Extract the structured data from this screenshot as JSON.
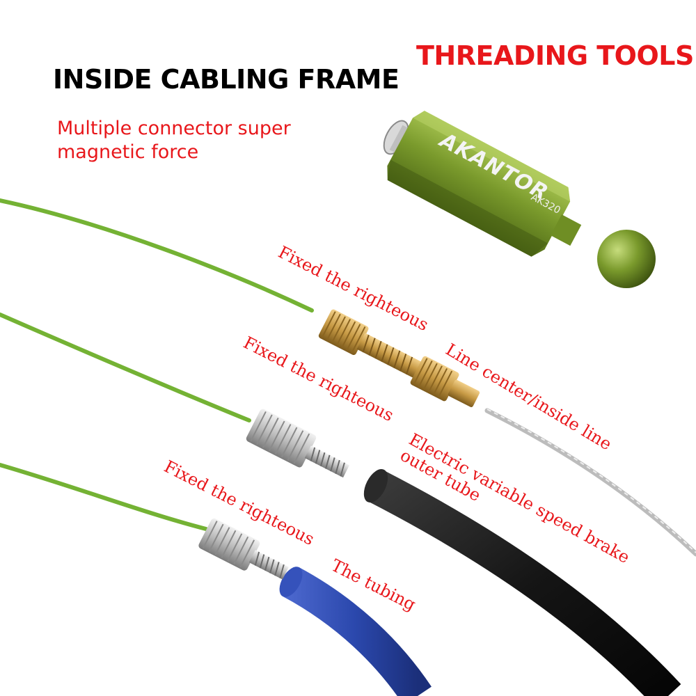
{
  "heading": {
    "main": "INSIDE CABLING FRAME",
    "accent": "THREADING TOOLS",
    "accent_color": "#e8171b"
  },
  "subtitle": "Multiple connector super magnetic force",
  "tool": {
    "brand": "AKANTOR",
    "model": "AK320",
    "color": "#7a9a2c"
  },
  "labels": {
    "fixed_1": "Fixed the righteous",
    "fixed_2": "Fixed the righteous",
    "fixed_3": "Fixed the righteous",
    "line_center": "Line center/inside line",
    "outer_tube_line1": "Electric variable speed brake",
    "outer_tube_line2": "outer tube",
    "tubing": "The tubing"
  },
  "colors": {
    "green_wire": "#74b234",
    "black_tube": "#161616",
    "blue_tube": "#2b48ad",
    "brass": "#c79a45",
    "steel": "#c8c8c8"
  }
}
